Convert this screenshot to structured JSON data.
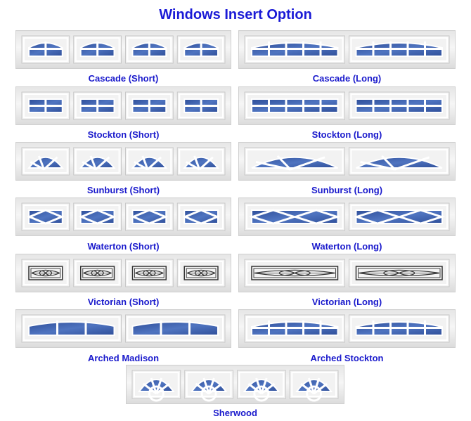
{
  "page_title": "Windows Insert Option",
  "colors": {
    "title": "#1a1ad6",
    "caption": "#1a1acc",
    "glass": "#2f4f9a",
    "glass_light": "#4f74c0",
    "frame": "#ffffff",
    "panel": "#e8e8e8"
  },
  "options": [
    {
      "id": "cascade-short",
      "label": "Cascade (Short)",
      "style": "cascade",
      "length": "short"
    },
    {
      "id": "cascade-long",
      "label": "Cascade (Long)",
      "style": "cascade",
      "length": "long"
    },
    {
      "id": "stockton-short",
      "label": "Stockton (Short)",
      "style": "stockton",
      "length": "short"
    },
    {
      "id": "stockton-long",
      "label": "Stockton (Long)",
      "style": "stockton",
      "length": "long"
    },
    {
      "id": "sunburst-short",
      "label": "Sunburst (Short)",
      "style": "sunburst",
      "length": "short"
    },
    {
      "id": "sunburst-long",
      "label": "Sunburst (Long)",
      "style": "sunburst",
      "length": "long"
    },
    {
      "id": "waterton-short",
      "label": "Waterton (Short)",
      "style": "waterton",
      "length": "short"
    },
    {
      "id": "waterton-long",
      "label": "Waterton (Long)",
      "style": "waterton",
      "length": "long"
    },
    {
      "id": "victorian-short",
      "label": "Victorian (Short)",
      "style": "victorian",
      "length": "short"
    },
    {
      "id": "victorian-long",
      "label": "Victorian (Long)",
      "style": "victorian",
      "length": "long"
    },
    {
      "id": "arched-madison",
      "label": "Arched Madison",
      "style": "madison",
      "length": "long"
    },
    {
      "id": "arched-stockton",
      "label": "Arched Stockton",
      "style": "archstockton",
      "length": "long"
    },
    {
      "id": "sherwood",
      "label": "Sherwood",
      "style": "sherwood",
      "length": "short"
    }
  ]
}
